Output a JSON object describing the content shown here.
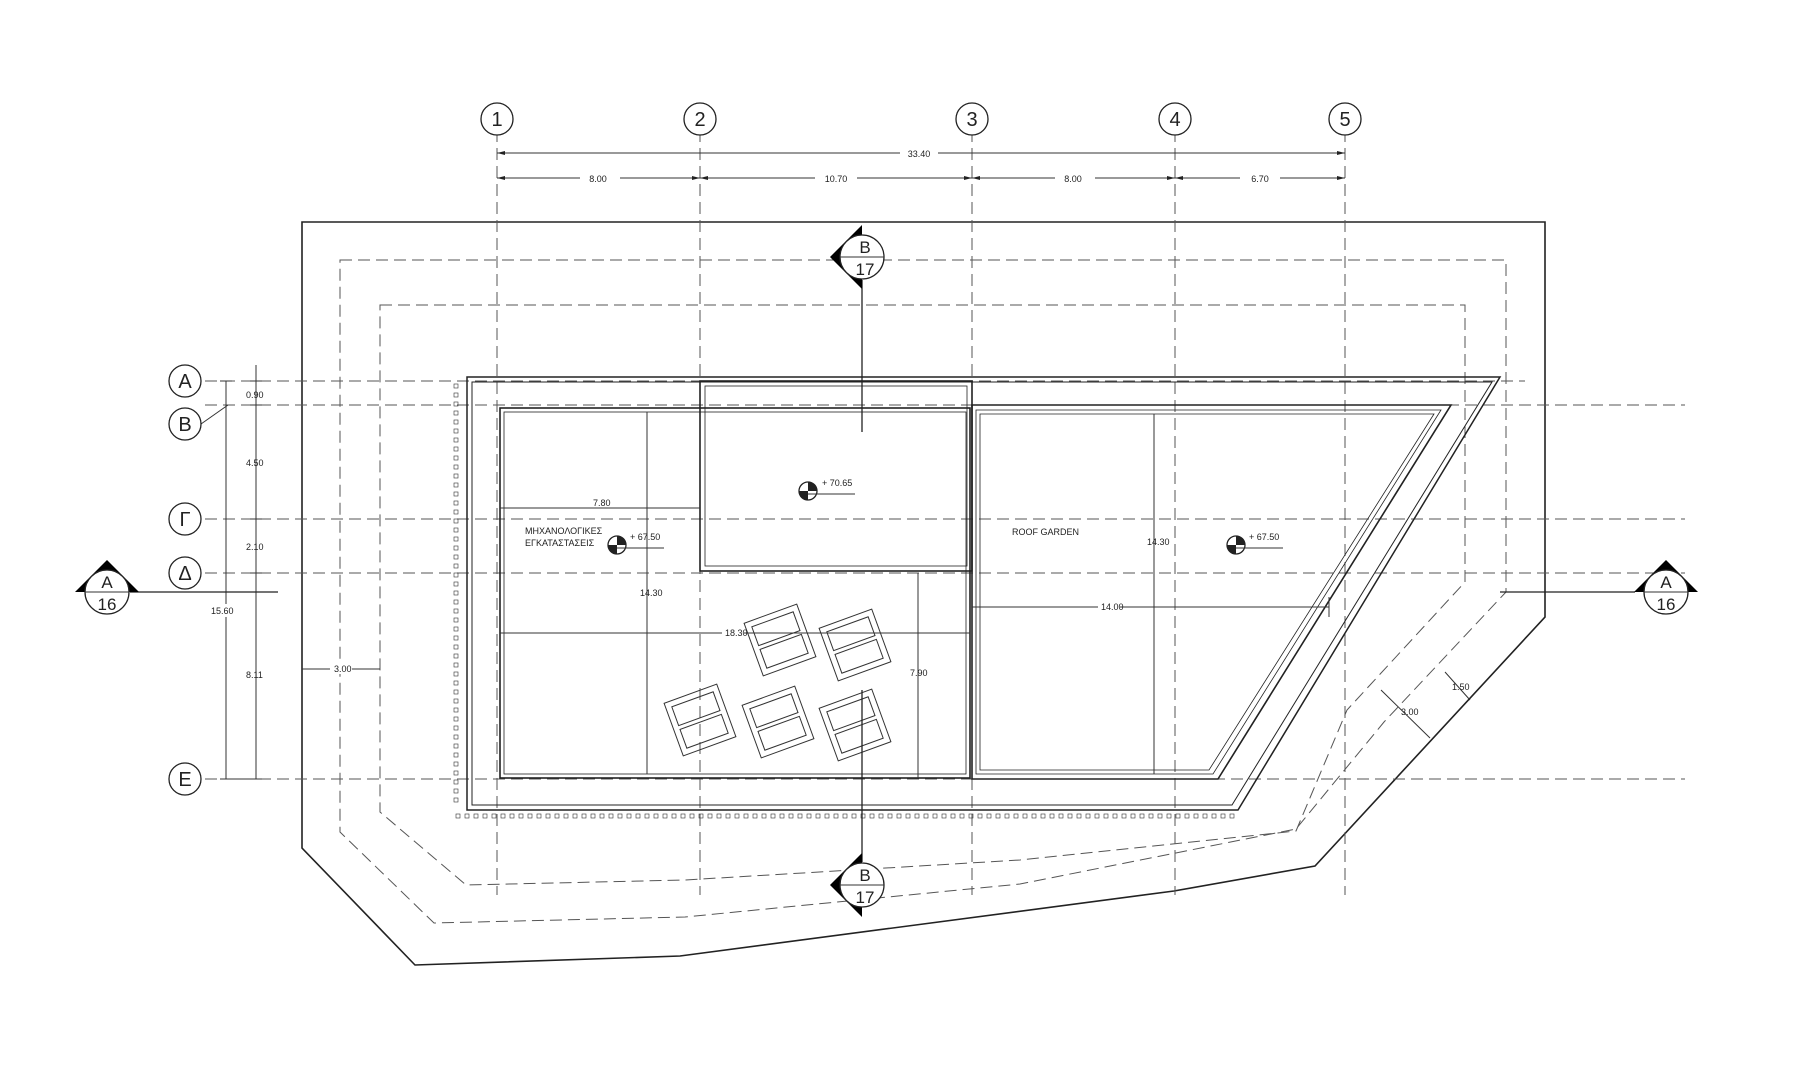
{
  "grid_columns": [
    "1",
    "2",
    "3",
    "4",
    "5"
  ],
  "grid_rows": [
    "Α",
    "Β",
    "Γ",
    "Δ",
    "Ε"
  ],
  "dimensions": {
    "overall_width": "33.40",
    "col_spacing": [
      "8.00",
      "10.70",
      "8.00",
      "6.70"
    ],
    "row_spacing": [
      "0.90",
      "4.50",
      "2.10",
      "8.11"
    ],
    "overall_depth": "15.60",
    "setback_left": "3.00",
    "setback_diag_outer": "3.00",
    "setback_diag_inner": "1.50",
    "mech_width": "7.80",
    "mech_depth": "14.30",
    "mid_width": "18.30",
    "lower_depth": "7.90",
    "garden_width": "14.00",
    "garden_depth": "14.30"
  },
  "levels": {
    "upper": "+ 70.65",
    "mechanical": "+ 67.50",
    "garden": "+ 67.50"
  },
  "rooms": {
    "mechanical_line1": "ΜΗΧΑΝΟΛΟΓΙΚΕΣ",
    "mechanical_line2": "ΕΓΚΑΤΑΣΤΑΣΕΙΣ",
    "roof_garden": "ROOF GARDEN"
  },
  "sections": {
    "a_letter": "Α",
    "a_sheet": "16",
    "b_letter": "Β",
    "b_sheet": "17"
  }
}
